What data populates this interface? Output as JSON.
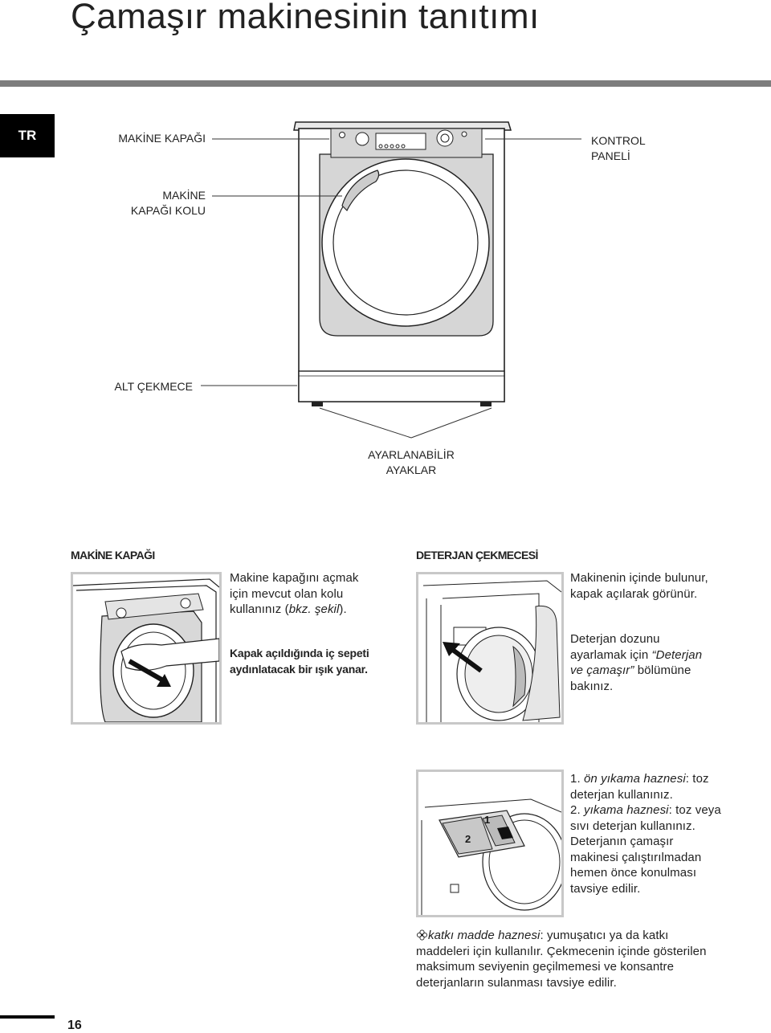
{
  "page": {
    "title": "Çamaşır makinesinin tanıtımı",
    "language_tab": "TR",
    "page_number": "16"
  },
  "machine_labels": {
    "door": "MAKİNE KAPAĞI",
    "control_panel_1": "KONTROL",
    "control_panel_2": "PANELİ",
    "door_handle_1": "MAKİNE",
    "door_handle_2": "KAPAĞI KOLU",
    "bottom_drawer": "ALT ÇEKMECE",
    "feet_1": "AYARLANABİLİR",
    "feet_2": "AYAKLAR"
  },
  "door_section": {
    "heading": "MAKİNE KAPAĞI",
    "text_1a": "Makine kapağını açmak",
    "text_1b": "için mevcut olan kolu",
    "text_1c_pre": "kullanınız (",
    "text_1c_em": "bkz. şekil",
    "text_1c_post": ").",
    "text_2a": "Kapak açıldığında iç sepeti",
    "text_2b": "aydınlatacak bir ışık yanar."
  },
  "drawer_section": {
    "heading": "DETERJAN ÇEKMECESİ",
    "text_1a": "Makinenin içinde bulunur,",
    "text_1b": "kapak açılarak görünür.",
    "text_2a": "Deterjan dozunu",
    "text_2b_pre": "ayarlamak için ",
    "text_2b_em": "“Deterjan",
    "text_2c_em": "ve çamaşır”",
    "text_2c_post": " bölümüne",
    "text_2d": "bakınız."
  },
  "compartments": {
    "label_1": "1",
    "label_2": "2",
    "l1_num": "1. ",
    "l1_em": "ön yıkama haznesi",
    "l1_post": ": toz",
    "l2": "deterjan kullanınız.",
    "l3_num": "2. ",
    "l3_em": "yıkama haznesi",
    "l3_post": ": toz veya",
    "l4": "sıvı deterjan kullanınız.",
    "l5": "Deterjanın çamaşır",
    "l6": "makinesi çalıştırılmadan",
    "l7": "hemen önce konulması",
    "l8": "tavsiye edilir."
  },
  "softener": {
    "icon": "flower-icon",
    "l1_em": "katkı madde haznesi",
    "l1_post": ": yumuşatıcı ya da katkı",
    "l2": "maddeleri için kullanılır. Çekmecenin içinde gösterilen",
    "l3": "maksimum seviyenin geçilmemesi ve konsantre",
    "l4": "deterjanların sulanması tavsiye edilir."
  }
}
